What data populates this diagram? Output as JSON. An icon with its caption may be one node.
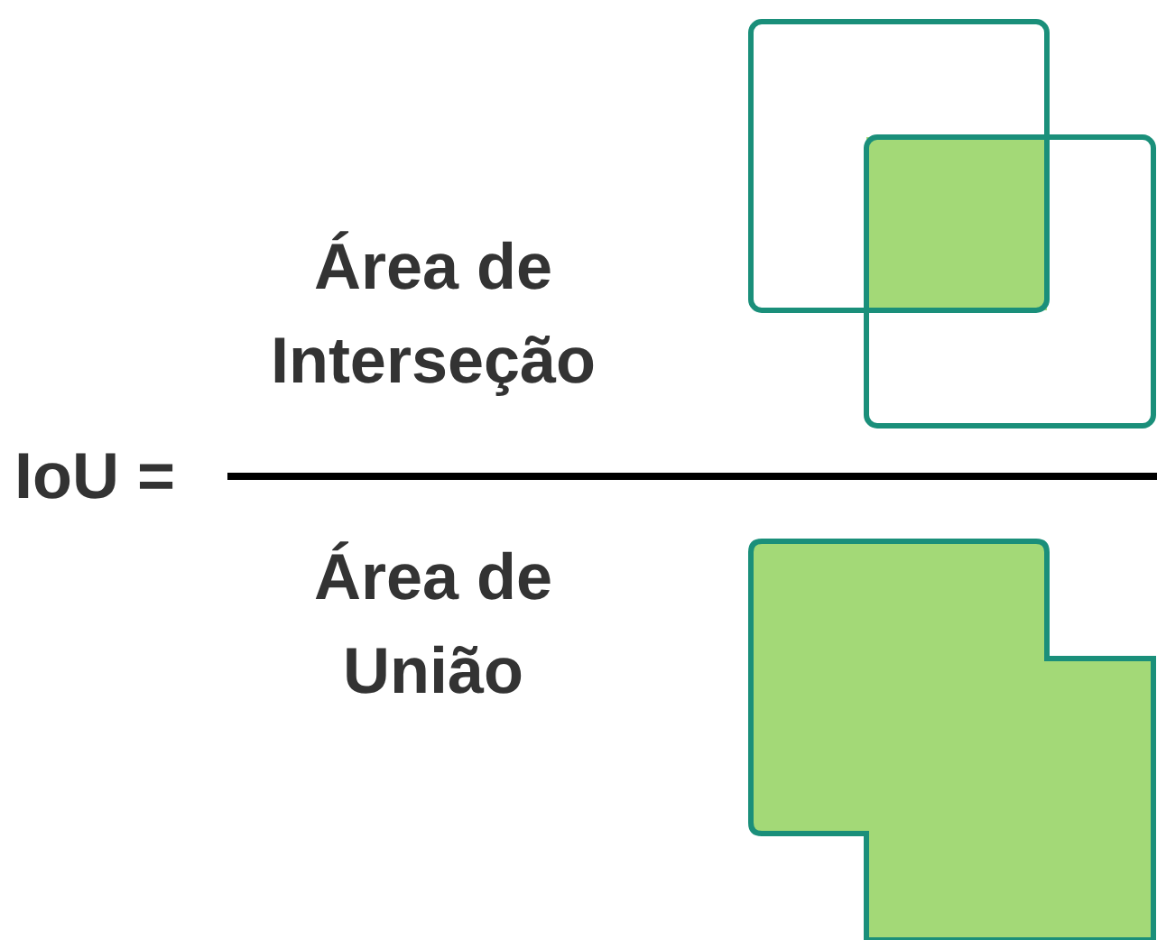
{
  "diagram": {
    "labels": [
      "Área de Interseção",
      "IoU =",
      "Área de União"
    ]
  }
}
